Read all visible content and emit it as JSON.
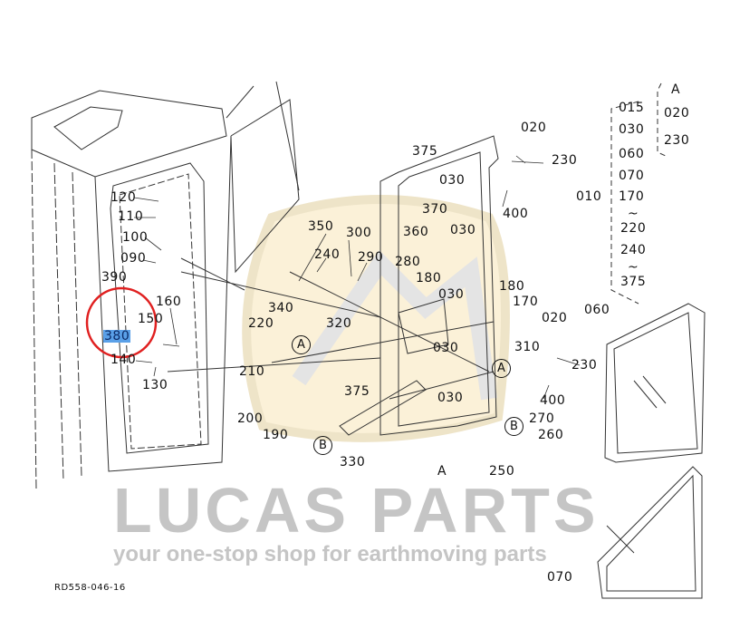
{
  "diagram_code": "RD558-046-16",
  "watermark": {
    "title": "LUCAS PARTS",
    "tagline": "your one-stop shop for earthmoving parts"
  },
  "highlighted_part": "380",
  "accent_colors": {
    "highlight_circle": "#e02020",
    "selection": "#5aa0e8",
    "watermark_bg": "#fbf1d8"
  },
  "left_labels": [
    "120",
    "110",
    "100",
    "090",
    "390",
    "380",
    "160",
    "150",
    "140",
    "130"
  ],
  "mid_labels": [
    "350",
    "300",
    "240",
    "290",
    "340",
    "220",
    "320",
    "210",
    "375",
    "200",
    "190",
    "330"
  ],
  "mid_refs": [
    "A",
    "B"
  ],
  "right_labels": [
    "375",
    "020",
    "230",
    "030",
    "400",
    "370",
    "360",
    "030",
    "280",
    "180",
    "030",
    "180",
    "170",
    "020",
    "030",
    "310",
    "230",
    "400",
    "030",
    "270",
    "260",
    "250",
    "060",
    "070"
  ],
  "right_refs": [
    "A",
    "B"
  ],
  "right_a_marker": "A",
  "assembly_list": {
    "main": "010",
    "items": [
      "015",
      "030",
      "060",
      "070",
      "170",
      "~",
      "220",
      "240",
      "~",
      "375"
    ],
    "sub_header": "A",
    "sub_items": [
      "020",
      "230"
    ]
  }
}
